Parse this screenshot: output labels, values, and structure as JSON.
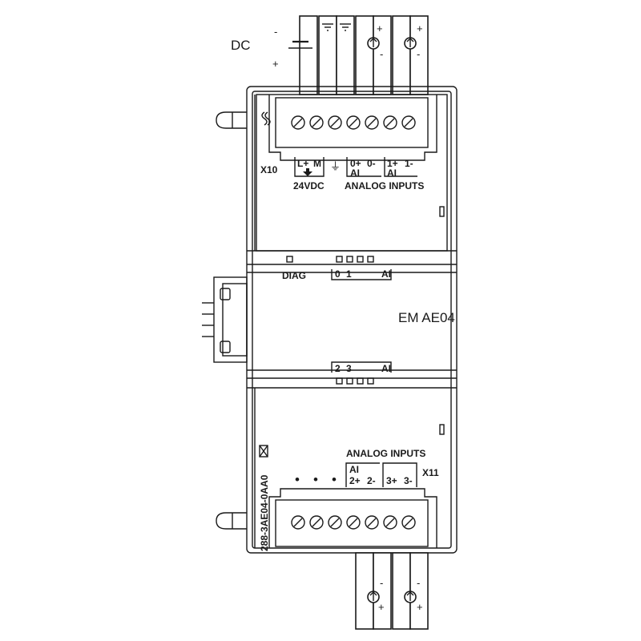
{
  "supply": {
    "label": "DC",
    "minus_sign": "-",
    "plus_sign": "+"
  },
  "top_block": {
    "connector_id": "X10",
    "terminals": [
      "L+",
      "M",
      "⏚",
      "0+",
      "0-",
      "1+",
      "1-"
    ],
    "ai_label_0": "AI",
    "ai_label_1": "AI",
    "supply_label": "24VDC",
    "section_label": "ANALOG  INPUTS"
  },
  "status": {
    "diag_label": "DIAG",
    "upper_channels": [
      "0",
      "1"
    ],
    "upper_group": "AI",
    "lower_channels": [
      "2",
      "3"
    ],
    "lower_group": "AI"
  },
  "module": {
    "name": "EM AE04",
    "order_number": "288-3AE04-0AA0"
  },
  "bottom_block": {
    "connector_id": "X11",
    "section_label": "ANALOG INPUTS",
    "ai_label": "AI",
    "terminals": [
      "2+",
      "2-",
      "3+",
      "3-"
    ],
    "dots": [
      "•",
      "•",
      "•"
    ]
  },
  "polarity": {
    "plus": "+",
    "minus": "-"
  }
}
